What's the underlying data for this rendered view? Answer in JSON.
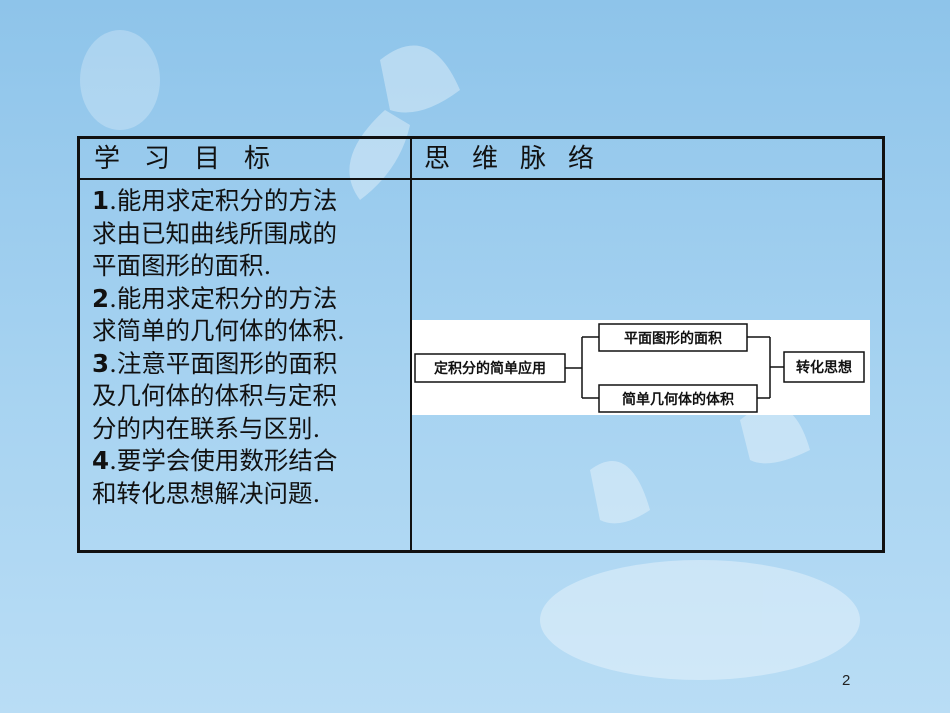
{
  "table": {
    "header_left": "学习目标",
    "header_right": "思维脉络",
    "goals": [
      {
        "num": "1",
        "lines": [
          "能用求定积分的方法",
          "求由已知曲线所围成的",
          "平面图形的面积."
        ]
      },
      {
        "num": "2",
        "lines": [
          "能用求定积分的方法",
          "求简单的几何体的体积."
        ]
      },
      {
        "num": "3",
        "lines": [
          "注意平面图形的面积",
          "及几何体的体积与定积",
          "分的内在联系与区别."
        ]
      },
      {
        "num": "4",
        "lines": [
          "要学会使用数形结合",
          "和转化思想解决问题."
        ]
      }
    ]
  },
  "diagram": {
    "root": "定积分的简单应用",
    "branch_top": "平面图形的面积",
    "branch_bottom": "简单几何体的体积",
    "result": "转化思想"
  },
  "page_number": "2",
  "colors": {
    "background": "#a7d3f1",
    "border": "#111111"
  }
}
